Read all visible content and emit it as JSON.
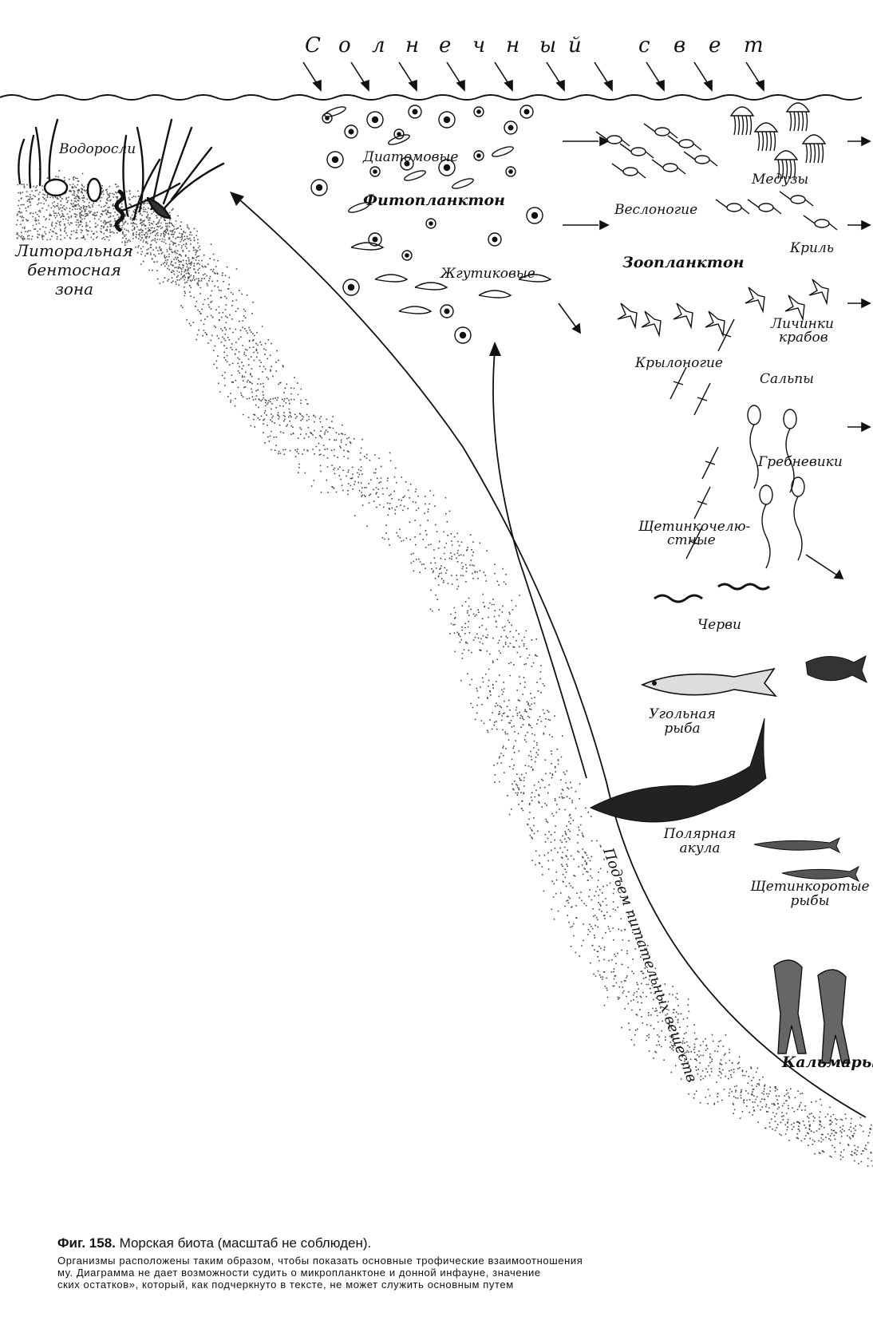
{
  "header": {
    "sunlight_words": [
      "Солнечный",
      "свет"
    ],
    "sunlight_letters_1": [
      "С",
      "о",
      "л",
      "н",
      "е",
      "ч",
      "н",
      "ы",
      "й"
    ],
    "sunlight_letters_2": [
      "с",
      "в",
      "е",
      "т"
    ]
  },
  "labels": {
    "algae": "Водоросли",
    "littoral_1": "Литоральная",
    "littoral_2": "бентосная",
    "littoral_3": "зона",
    "diatoms": "Диатомовые",
    "phytoplankton": "Фитопланктон",
    "flagellates": "Жгутиковые",
    "jellyfish": "Медузы",
    "copepods": "Веслоногие",
    "krill": "Криль",
    "zooplankton": "Зоопланктон",
    "crab_larvae_1": "Личинки",
    "crab_larvae_2": "крабов",
    "pteropods": "Крылоногие",
    "salps": "Сальпы",
    "ctenophores": "Гребневики",
    "chaetognaths_1": "Щетинкочелю-",
    "chaetognaths_2": "стные",
    "worms": "Черви",
    "coalfish_1": "Угольная",
    "coalfish_2": "рыба",
    "polar_shark_1": "Полярная",
    "polar_shark_2": "акула",
    "bristlemouths_1": "Щетинкоротые",
    "bristlemouths_2": "рыбы",
    "squids": "Кальмары",
    "upwelling": "Подъем питательных веществ"
  },
  "caption": {
    "fig_label": "Фиг. 158.",
    "title": "Морская биота (масштаб не соблюден).",
    "lines": [
      "Организмы расположены таким образом, чтобы показать основные трофические взаимоотношения",
      "му. Диаграмма не дает возможности судить о микропланктоне и донной инфауне, значение",
      "ских остатков», который, как подчеркнуто в тексте, не может служить основным путем"
    ]
  },
  "colors": {
    "ink": "#111111",
    "paper": "#ffffff",
    "sediment": "#444444"
  },
  "icons": [
    "sun-arrow-icon",
    "algae-icon",
    "diatom-icon",
    "flagellate-icon",
    "medusa-icon",
    "copepod-icon",
    "krill-icon",
    "pteropod-icon",
    "salp-icon",
    "ctenophore-icon",
    "chaetognath-icon",
    "worm-icon",
    "fish-icon",
    "shark-icon",
    "squid-icon"
  ]
}
